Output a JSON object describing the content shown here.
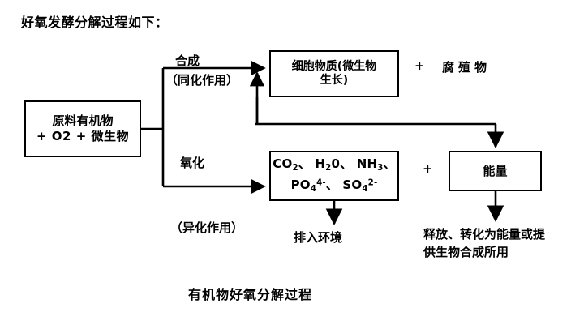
{
  "heading": "好氧发酵分解过程如下：",
  "caption": "有机物好氧分解过程",
  "boxes": {
    "feedstock": {
      "line1": "原料有机物",
      "line2": "+ O2 + 微生物"
    },
    "cell": {
      "line1": "细胞物质(微生物",
      "line2": "生长)"
    },
    "products": {
      "line1_prefix": "CO",
      "line1_sub1": "2",
      "line1_mid1": "、 H",
      "line1_sub2": "2",
      "line1_mid2": "0、 NH",
      "line1_sub3": "3",
      "line1_suffix": "、",
      "line2_prefix": "PO",
      "line2_sub1": "4",
      "line2_sup1": "4-",
      "line2_mid": "、 SO",
      "line2_sub2": "4",
      "line2_sup2": "2-"
    },
    "energy": {
      "text": "能量"
    }
  },
  "labels": {
    "synthesis": "合成",
    "anabolism": "（同化作用）",
    "oxidation": "氧化",
    "catabolism": "（异化作用）",
    "plus_humus": "+",
    "humus": "腐殖物",
    "plus_energy": "+",
    "discharge": "排入环境",
    "energy_use": "释放、转化为能量或提供生物合成所用"
  },
  "colors": {
    "stroke": "#000000",
    "background": "#ffffff",
    "text": "#000000"
  }
}
